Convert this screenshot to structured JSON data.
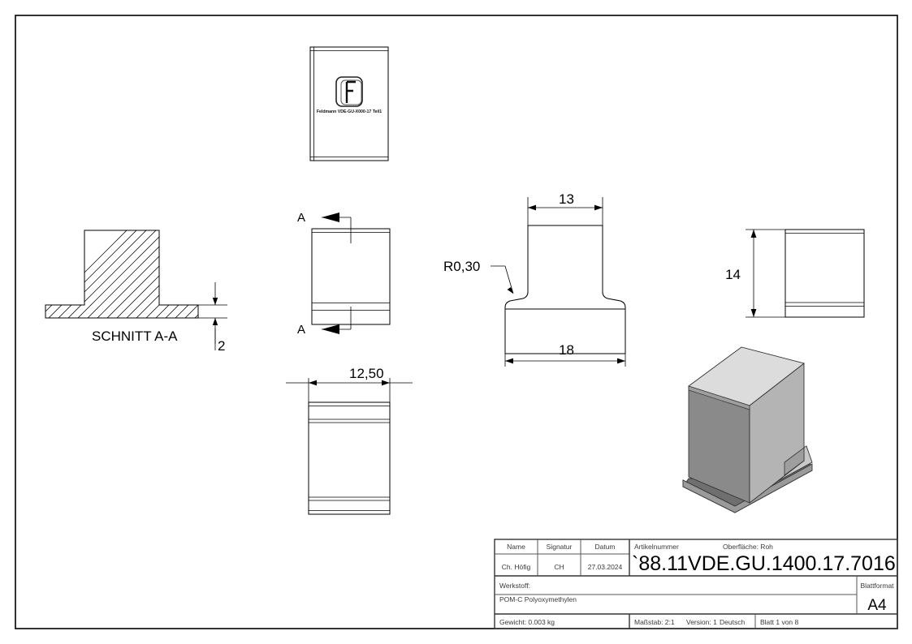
{
  "sheet": {
    "border_label": "drawing-frame"
  },
  "views": {
    "section": {
      "label": "SCHNITT A-A",
      "dimension_thickness": "2"
    },
    "top_plan": {
      "logo_letter": "F",
      "logo_caption": "Feldmann VDE-GU-X000-17 Teil1"
    },
    "section_arrows": {
      "label_top": "A",
      "label_bottom": "A"
    },
    "front": {
      "dim_top_width": "13",
      "dim_bottom_width": "18",
      "radius_note": "R0,30"
    },
    "bottom_plan": {
      "dim_width": "12,50"
    },
    "right": {
      "dim_height": "14"
    },
    "iso": {
      "name": "isometric-part-view"
    }
  },
  "title_block": {
    "headers": {
      "name": "Name",
      "signature": "Signatur",
      "date": "Datum"
    },
    "values": {
      "name": "Ch. Höfig",
      "signature": "CH",
      "date": "27.03.2024"
    },
    "article_label": "Artikelnummer",
    "surface_label": "Oberfläche:  Roh",
    "article_number": "`88.11VDE.GU.1400.17.7016",
    "material_label": "Werkstoff:",
    "material_value": "POM-C Polyoxymethylen",
    "sheet_format_label": "Blattformat",
    "sheet_format_value": "A4",
    "weight": "Gewicht: 0.003 kg",
    "scale": "Maßstab: 2:1",
    "version": "Version: 1",
    "language": "Deutsch",
    "sheet_count": "Blatt 1 von 8"
  },
  "colors": {
    "line": "#000000",
    "title_text": "#3a3a3a",
    "iso_top": "#dcdcdc",
    "iso_front": "#8a8a8a",
    "iso_side": "#b4b4b4",
    "iso_base": "#6f6f6f"
  }
}
